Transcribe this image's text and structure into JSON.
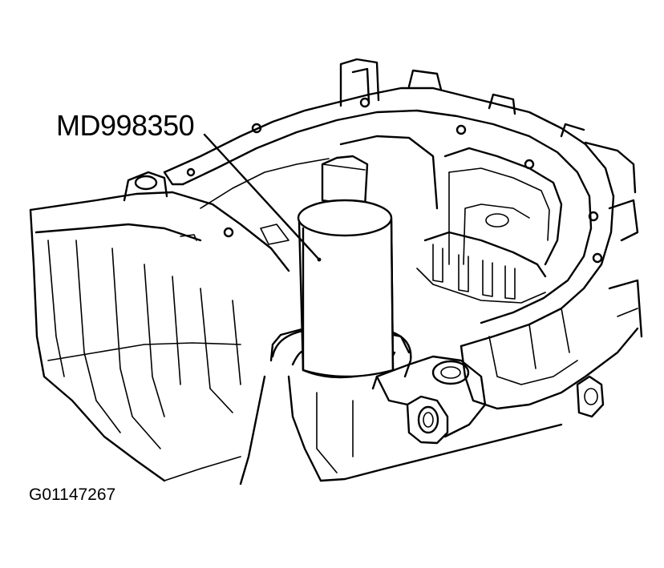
{
  "diagram": {
    "callouts": [
      {
        "id": "tool",
        "text": "MD998350"
      }
    ],
    "figure_id": "G01147267",
    "colors": {
      "ink": "#000000",
      "background": "#ffffff"
    }
  }
}
